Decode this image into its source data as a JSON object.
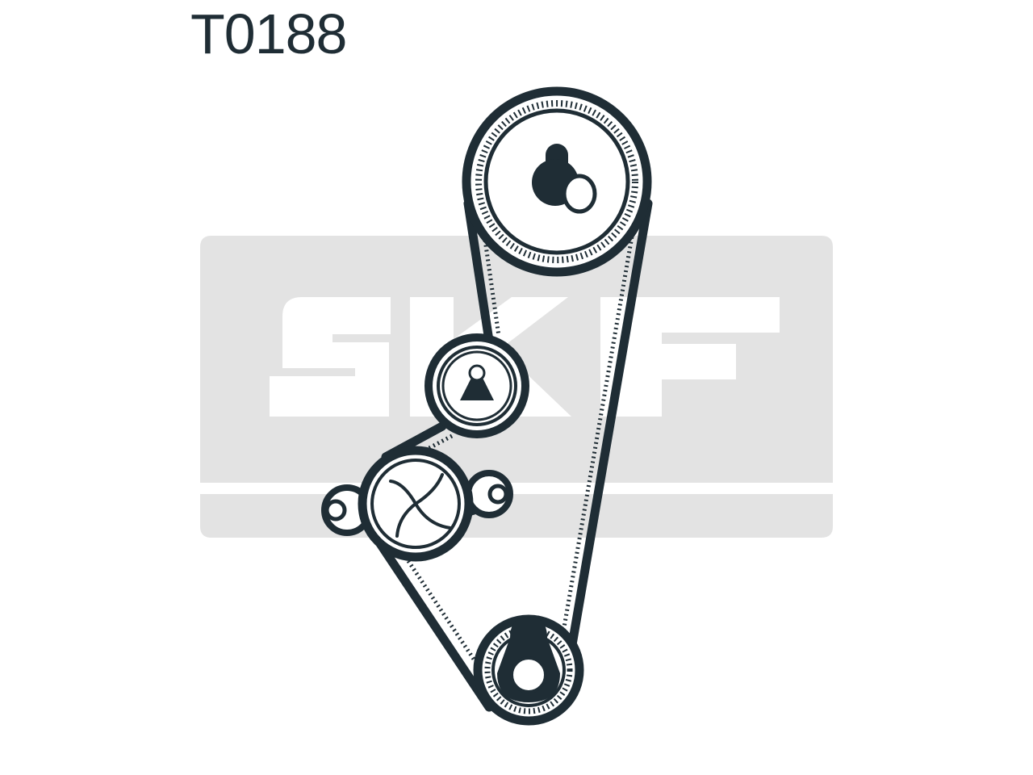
{
  "part_number": "T0188",
  "watermark": {
    "brand": "SKF"
  },
  "colors": {
    "ink": "#1f2d35",
    "watermark_gray": "#e3e3e3",
    "background": "#ffffff"
  },
  "components": [
    {
      "name": "camshaft-pulley",
      "icon": "toothed-sprocket-with-key-icon"
    },
    {
      "name": "tensioner-roller",
      "icon": "roller-with-triangle-icon"
    },
    {
      "name": "water-pump-pulley",
      "icon": "flanged-pulley-with-impeller-icon"
    },
    {
      "name": "crankshaft-pulley",
      "icon": "toothed-sprocket-with-key-icon"
    },
    {
      "name": "timing-belt",
      "icon": "toothed-belt-icon"
    }
  ]
}
